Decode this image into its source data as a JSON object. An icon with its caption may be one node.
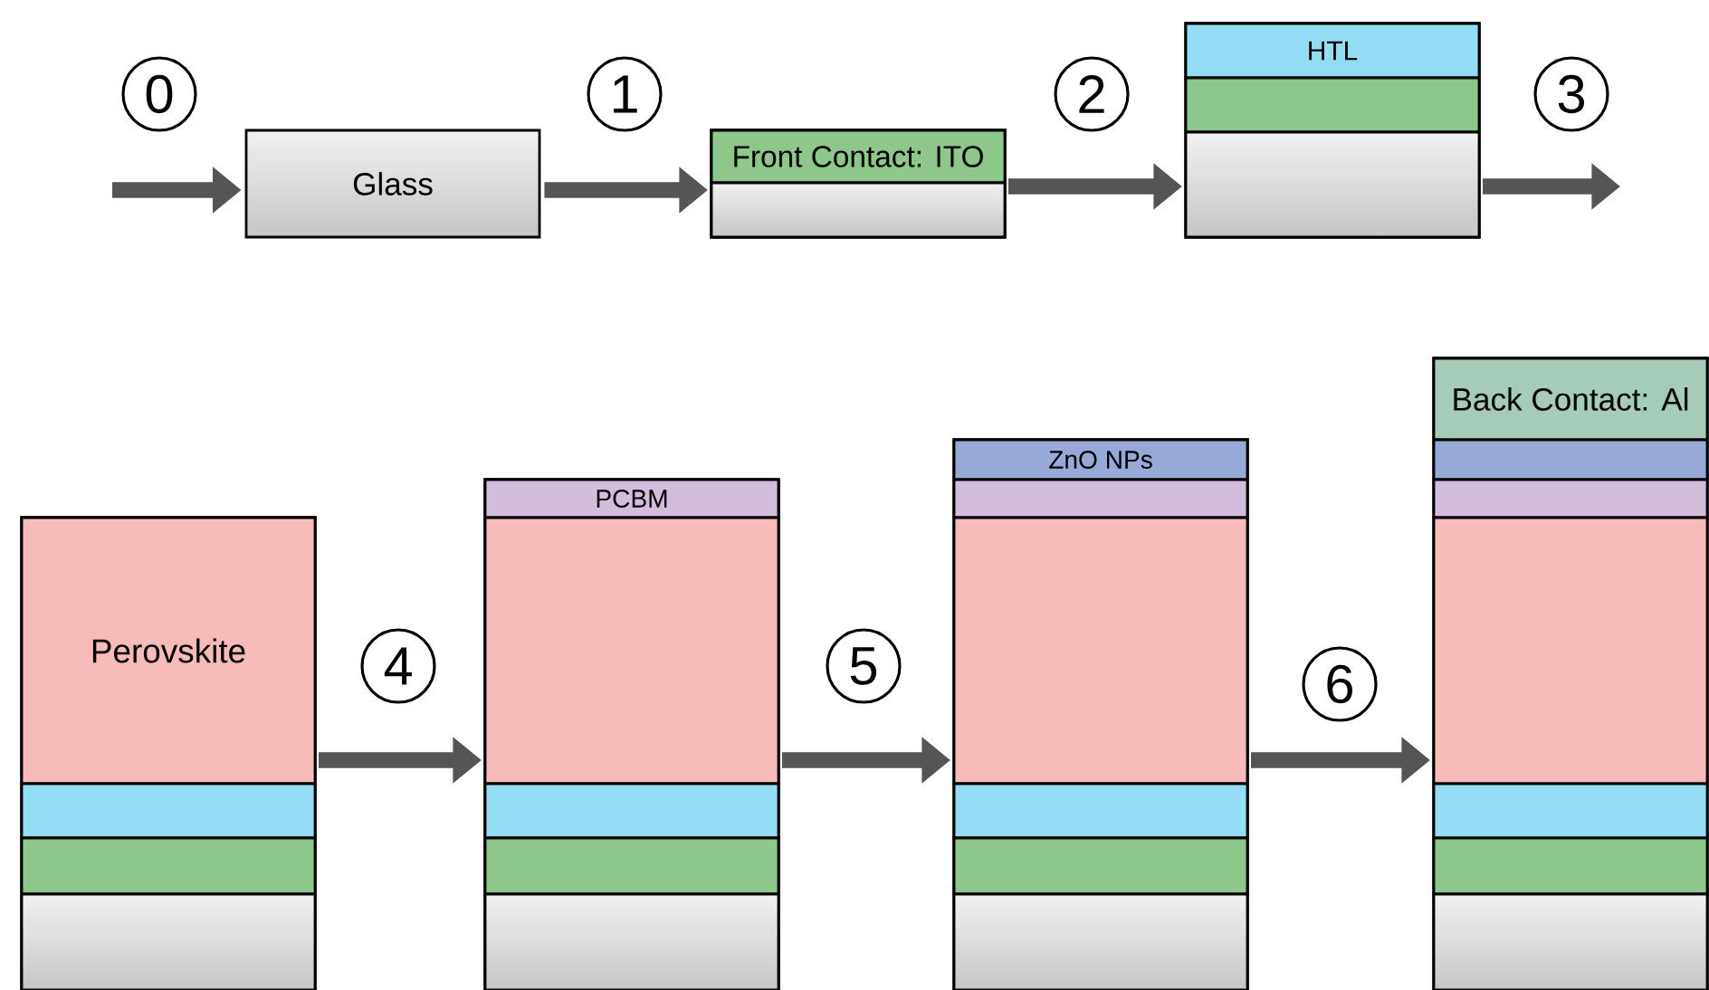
{
  "diagram": {
    "nodes": [
      {
        "text": [
          "0"
        ]
      },
      {
        "text": [
          "Glass"
        ]
      },
      {
        "text": [
          "1"
        ]
      },
      {
        "text": [],
        "shape": "box"
      },
      {
        "text": [
          "Front Contact: ITO"
        ],
        "in": 3
      },
      {
        "text": [],
        "shape": "box",
        "in": 3
      },
      {
        "text": [
          "2"
        ]
      },
      {
        "text": [],
        "shape": "box"
      },
      {
        "text": [
          "HTL"
        ],
        "in": 7
      },
      {
        "text": [],
        "shape": "box",
        "in": 7
      },
      {
        "text": [],
        "shape": "box",
        "in": 7
      },
      {
        "text": [
          "3"
        ]
      },
      {
        "text": [],
        "shape": "box"
      },
      {
        "text": [
          "Perovskite"
        ],
        "in": 12
      },
      {
        "text": [],
        "shape": "box",
        "in": 12
      },
      {
        "text": [],
        "shape": "box",
        "in": 12
      },
      {
        "text": [],
        "shape": "box",
        "in": 12
      },
      {
        "text": [
          "4"
        ]
      },
      {
        "text": [],
        "shape": "box"
      },
      {
        "text": [
          "PCBM"
        ],
        "in": 18
      },
      {
        "text": [],
        "shape": "box",
        "in": 18
      },
      {
        "text": [],
        "shape": "box",
        "in": 18
      },
      {
        "text": [],
        "shape": "box",
        "in": 18
      },
      {
        "text": [],
        "shape": "box",
        "in": 18
      },
      {
        "text": [
          "5"
        ]
      },
      {
        "text": [],
        "shape": "box"
      },
      {
        "text": [
          "ZnO NPs"
        ],
        "in": 25
      },
      {
        "text": [],
        "shape": "box",
        "in": 25
      },
      {
        "text": [],
        "shape": "box",
        "in": 25
      },
      {
        "text": [],
        "shape": "box",
        "in": 25
      },
      {
        "text": [],
        "shape": "box",
        "in": 25
      },
      {
        "text": [],
        "shape": "box",
        "in": 25
      },
      {
        "text": [
          "6"
        ]
      },
      {
        "text": [],
        "shape": "box"
      },
      {
        "text": [
          "Back Contact: Al"
        ],
        "in": 33
      },
      {
        "text": [],
        "shape": "box",
        "in": 33
      },
      {
        "text": [],
        "shape": "box",
        "in": 33
      },
      {
        "text": [],
        "shape": "box",
        "in": 33
      },
      {
        "text": [],
        "shape": "box",
        "in": 33
      },
      {
        "text": [],
        "shape": "box",
        "in": 33
      },
      {
        "text": [],
        "shape": "box",
        "in": 33
      }
    ],
    "edges": [
      {
        "from": null,
        "to": 1,
        "arrow": "to"
      },
      {
        "from": 1,
        "to": 3,
        "arrow": "to"
      },
      {
        "from": 3,
        "to": 7,
        "arrow": "to"
      },
      {
        "from": 7,
        "to": null,
        "arrow": "to"
      },
      {
        "from": 12,
        "to": 18,
        "arrow": "to"
      },
      {
        "from": 18,
        "to": 25,
        "arrow": "to"
      },
      {
        "from": 25,
        "to": 33,
        "arrow": "to"
      }
    ]
  }
}
